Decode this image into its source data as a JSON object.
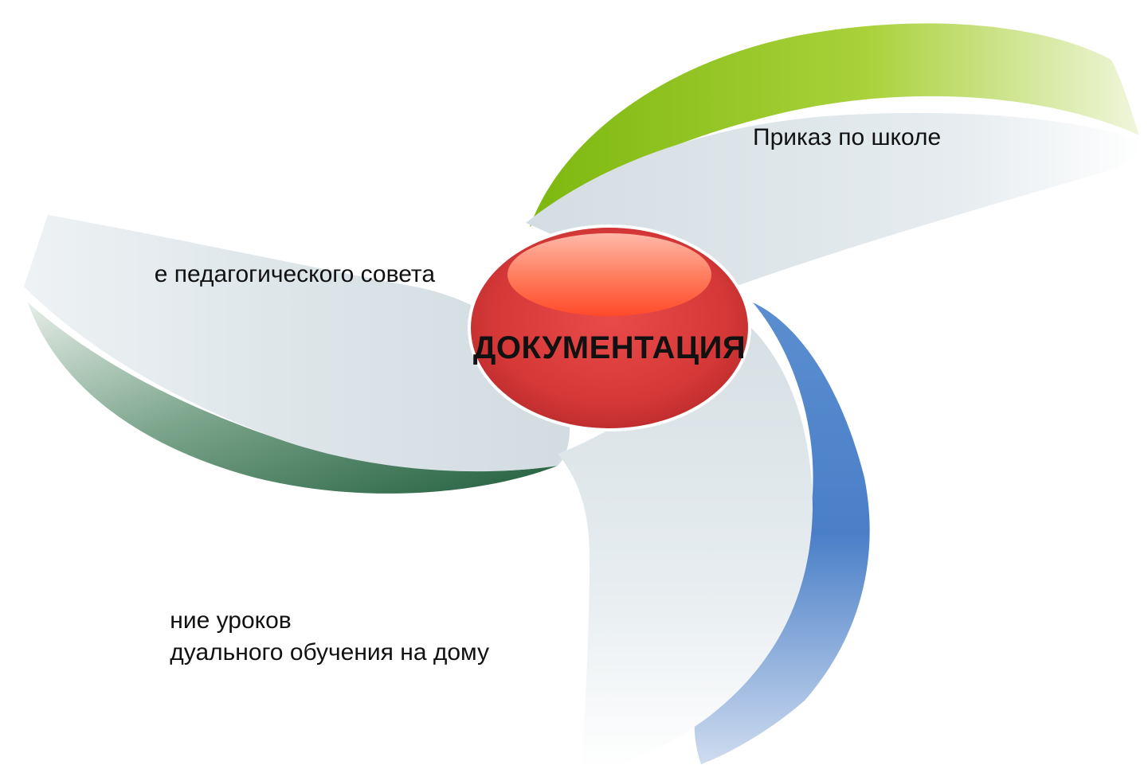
{
  "center": {
    "label": "ДОКУМЕНТАЦИЯ",
    "color": "#d93a3a"
  },
  "blades": [
    {
      "label": "Приказ по школе",
      "accent": "#8cc21a"
    },
    {
      "label": "е педагогического совета",
      "accent": "#2f6b4a"
    },
    {
      "lines": [
        "ние уроков",
        "дуального обучения на дому"
      ],
      "accent": "#4a7fc8"
    }
  ]
}
